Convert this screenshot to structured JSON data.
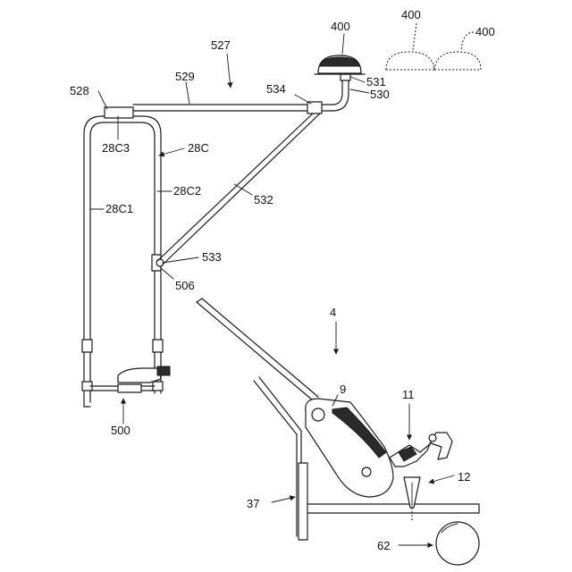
{
  "labels": {
    "l400a": "400",
    "l400b": "400",
    "l400c": "400",
    "l527": "527",
    "l528": "528",
    "l529": "529",
    "l534": "534",
    "l531": "531",
    "l530": "530",
    "l28C3": "28C3",
    "l28C": "28C",
    "l28C2": "28C2",
    "l28C1": "28C1",
    "l532": "532",
    "l533": "533",
    "l506": "506",
    "l500": "500",
    "l4": "4",
    "l9": "9",
    "l11": "11",
    "l12": "12",
    "l37": "37",
    "l62": "62"
  },
  "colors": {
    "line": "#1a1a1a",
    "background": "#ffffff"
  }
}
